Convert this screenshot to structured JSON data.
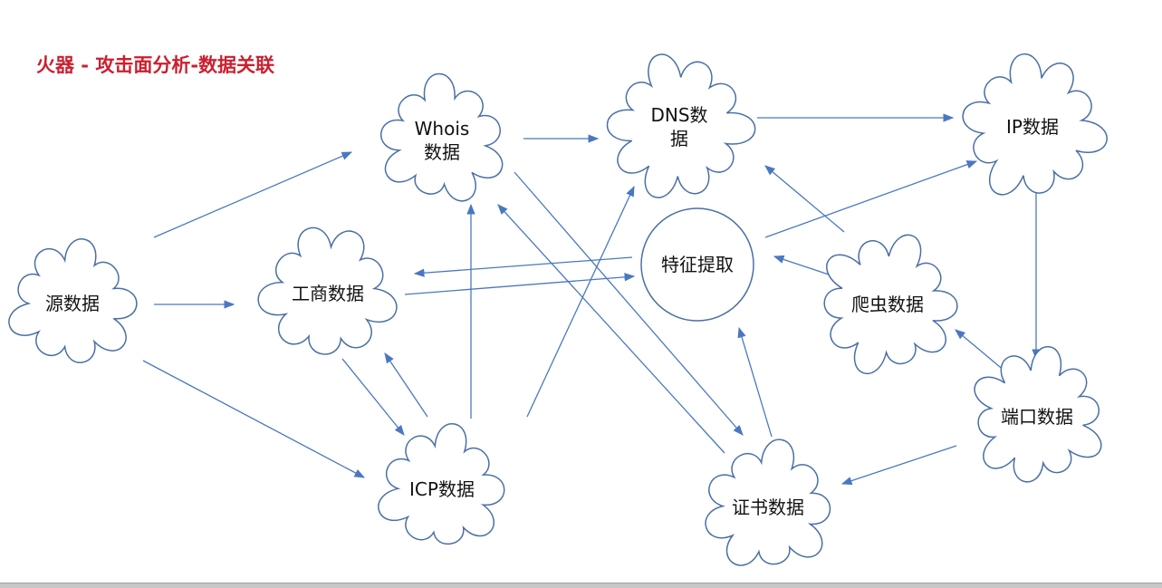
{
  "title": "火器 - 攻击面分析-数据关联",
  "colors": {
    "title": "#cc1f2f",
    "outline": "#4a6fa5",
    "arrow": "#4a78c0"
  },
  "nodes": [
    {
      "id": "source",
      "lines": [
        "源数据"
      ]
    },
    {
      "id": "whois",
      "lines": [
        "Whois",
        "数据"
      ]
    },
    {
      "id": "business",
      "lines": [
        "工商数据"
      ]
    },
    {
      "id": "icp",
      "lines": [
        "ICP数据"
      ]
    },
    {
      "id": "dns",
      "lines": [
        "DNS数",
        "据"
      ]
    },
    {
      "id": "feature",
      "lines": [
        "特征提取"
      ]
    },
    {
      "id": "cert",
      "lines": [
        "证书数据"
      ]
    },
    {
      "id": "ip",
      "lines": [
        "IP数据"
      ]
    },
    {
      "id": "crawler",
      "lines": [
        "爬虫数据"
      ]
    },
    {
      "id": "port",
      "lines": [
        "端口数据"
      ]
    }
  ],
  "edges": [
    {
      "from": "source",
      "to": "whois"
    },
    {
      "from": "source",
      "to": "business"
    },
    {
      "from": "source",
      "to": "icp"
    },
    {
      "from": "whois",
      "to": "dns"
    },
    {
      "from": "whois",
      "to": "cert"
    },
    {
      "from": "cert",
      "to": "whois"
    },
    {
      "from": "dns",
      "to": "ip"
    },
    {
      "from": "business",
      "to": "icp"
    },
    {
      "from": "icp",
      "to": "business"
    },
    {
      "from": "icp",
      "to": "whois"
    },
    {
      "from": "icp",
      "to": "dns"
    },
    {
      "from": "feature",
      "to": "business"
    },
    {
      "from": "business",
      "to": "feature"
    },
    {
      "from": "feature",
      "to": "ip"
    },
    {
      "from": "crawler",
      "to": "feature"
    },
    {
      "from": "crawler",
      "to": "dns"
    },
    {
      "from": "cert",
      "to": "feature"
    },
    {
      "from": "ip",
      "to": "port"
    },
    {
      "from": "port",
      "to": "crawler"
    },
    {
      "from": "port",
      "to": "cert"
    }
  ]
}
